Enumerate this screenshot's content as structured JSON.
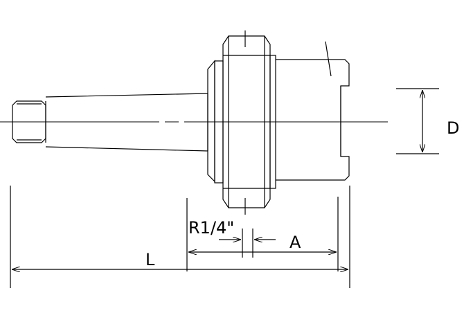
{
  "drawing": {
    "labels": {
      "diameter": "D",
      "thread": "R1/4\"",
      "dimension_a": "A",
      "overall_length": "L"
    }
  }
}
